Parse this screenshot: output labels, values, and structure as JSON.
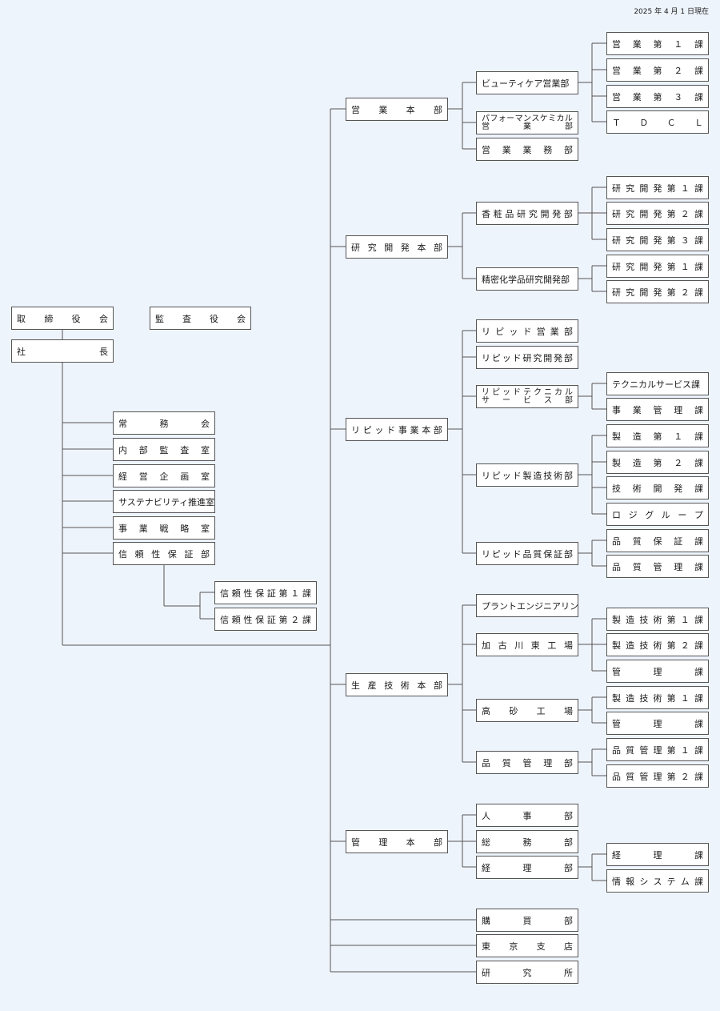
{
  "date": "2025 年 4 月 1 日現在",
  "board": "取締役会",
  "audit_board": "監査役会",
  "president": "社長",
  "staff": [
    "常務会",
    "内部監査室",
    "経営企画室",
    "サステナビリティ推進室",
    "事業戦略室",
    "信頼性保証部"
  ],
  "reliability_sections": [
    "信頼性保証第１課",
    "信頼性保証第２課"
  ],
  "divisions": {
    "sales": {
      "name": "営業本部",
      "beauty": "ビューティケア営業部",
      "beauty_sections": [
        "営業第１課",
        "営業第２課",
        "営業第３課",
        "ＴＤＣＬ"
      ],
      "performance": [
        "パフォーマンスケミカル",
        "営業部"
      ],
      "business": "営業業務部"
    },
    "rd": {
      "name": "研究開発本部",
      "cosmetics": "香粧品研究開発部",
      "cosmetics_sections": [
        "研究開発第１課",
        "研究開発第２課",
        "研究開発第３課"
      ],
      "fine": "精密化学品研究開発部",
      "fine_sections": [
        "研究開発第１課",
        "研究開発第２課"
      ]
    },
    "lipid": {
      "name": "リピッド事業本部",
      "sales": "リピッド営業部",
      "research": "リピッド研究開発部",
      "technical": [
        "リピッドテクニカル",
        "サービス部"
      ],
      "technical_sections": [
        "テクニカルサービス課",
        "事業管理課"
      ],
      "manufacturing": "リピッド製造技術部",
      "manufacturing_sections": [
        "製造第１課",
        "製造第２課",
        "技術開発課",
        "ロジグループ"
      ],
      "quality": "リピッド品質保証部",
      "quality_sections": [
        "品質保証課",
        "品質管理課"
      ]
    },
    "production": {
      "name": "生産技術本部",
      "plant": "プラントエンジニアリング部",
      "kakogawa": "加古川東工場",
      "kakogawa_sections": [
        "製造技術第１課",
        "製造技術第２課",
        "管理課"
      ],
      "takasago": "高砂工場",
      "takasago_sections": [
        "製造技術第１課",
        "管理課"
      ],
      "qc": "品質管理部",
      "qc_sections": [
        "品質管理第１課",
        "品質管理第２課"
      ]
    },
    "admin": {
      "name": "管理本部",
      "hr": "人事部",
      "general": "総務部",
      "accounting": "経理部",
      "accounting_sections": [
        "経理課",
        "情報システム課"
      ]
    }
  },
  "others": [
    "購買部",
    "東京支店",
    "研究所"
  ],
  "colors": {
    "background": "#eef4fc",
    "box": "#ffffff",
    "line": "#555555"
  }
}
